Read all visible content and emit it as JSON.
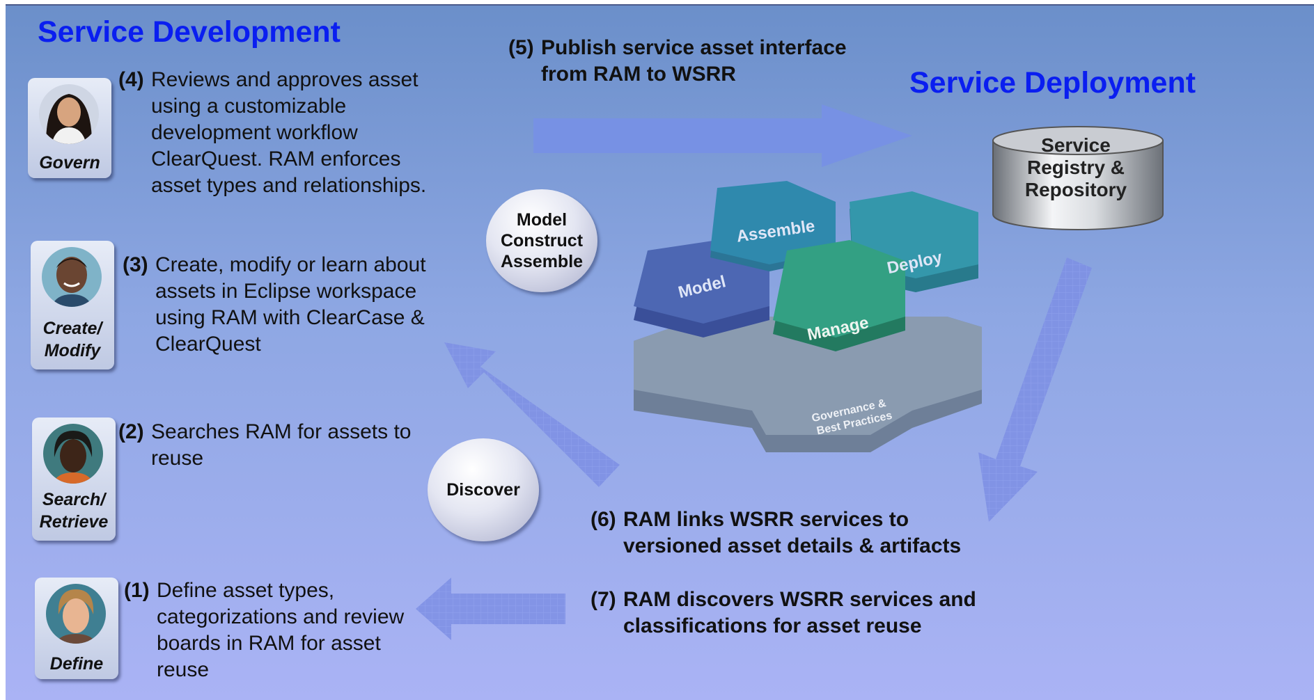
{
  "headings": {
    "development": "Service Development",
    "deployment": "Service Deployment"
  },
  "roles": [
    {
      "id": "govern",
      "label": "Govern"
    },
    {
      "id": "create",
      "label": "Create/ Modify"
    },
    {
      "id": "search",
      "label": "Search/ Retrieve"
    },
    {
      "id": "define",
      "label": "Define"
    }
  ],
  "steps": {
    "s4": {
      "num": "(4)",
      "text": "Reviews and approves asset using a customizable development workflow ClearQuest.  RAM enforces asset types and relationships."
    },
    "s3": {
      "num": "(3)",
      "text": "Create, modify or learn about assets in Eclipse workspace using RAM with ClearCase & ClearQuest"
    },
    "s2": {
      "num": "(2)",
      "text": "Searches RAM for assets to reuse"
    },
    "s1": {
      "num": "(1)",
      "text": "Define asset types, categorizations and review boards in RAM for asset reuse"
    },
    "s5": {
      "num": "(5)",
      "text": "Publish service asset interface from RAM to WSRR"
    },
    "s6": {
      "num": "(6)",
      "text": "RAM links WSRR services to versioned asset details & artifacts"
    },
    "s7": {
      "num": "(7)",
      "text": "RAM discovers WSRR services and classifications for asset reuse"
    }
  },
  "bubbles": {
    "model": [
      "Model",
      "Construct",
      "Assemble"
    ],
    "discover": "Discover"
  },
  "repository": [
    "Service",
    "Registry &",
    "Repository"
  ],
  "hex": {
    "model": "Model",
    "assemble": "Assemble",
    "deploy": "Deploy",
    "manage": "Manage",
    "governance": [
      "Governance &",
      "Best Practices"
    ]
  },
  "colors": {
    "heading": "#0a1ef0",
    "hex_model": "#4762b0",
    "hex_assemble": "#2b84a8",
    "hex_deploy": "#2f92a8",
    "hex_manage": "#2f9a7c",
    "hex_base": "#7a8ea8",
    "arrow": "#7e93e6"
  }
}
